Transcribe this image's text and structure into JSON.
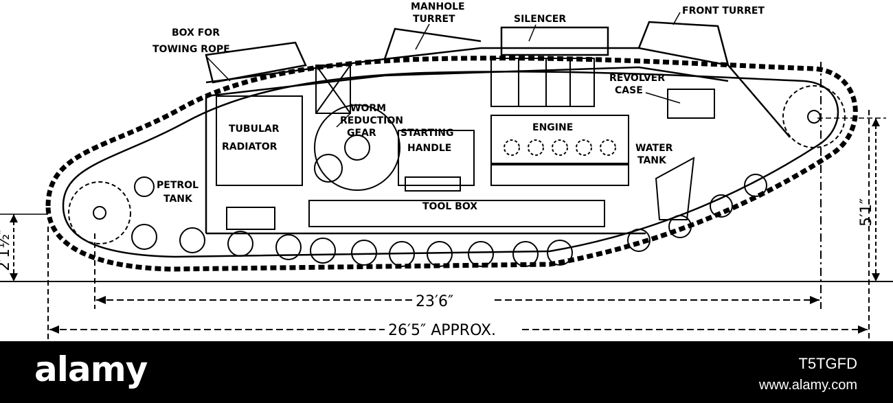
{
  "labels": {
    "manhole_turret_1": "MANHOLE",
    "manhole_turret_2": "TURRET",
    "silencer": "SILENCER",
    "front_turret": "FRONT TURRET",
    "box_for_1": "BOX FOR",
    "box_for_2": "TOWING ROPE",
    "worm_1": "WORM",
    "worm_2": "REDUCTION",
    "worm_3": "GEAR",
    "revolver_1": "REVOLVER",
    "revolver_2": "CASE",
    "tubular_1": "TUBULAR",
    "tubular_2": "RADIATOR",
    "starting_1": "STARTING",
    "starting_2": "HANDLE",
    "engine": "ENGINE",
    "water_1": "WATER",
    "water_2": "TANK",
    "petrol_1": "PETROL",
    "petrol_2": "TANK",
    "tool_box": "TOOL BOX"
  },
  "dimensions": {
    "height_left": "2′1½″",
    "height_right": "5′1″",
    "length_inner": "23′6″",
    "length_overall": "26′5″ APPROX."
  },
  "watermark": {
    "brand": "alamy",
    "image_code": "T5TGFD",
    "url": "www.alamy.com"
  }
}
